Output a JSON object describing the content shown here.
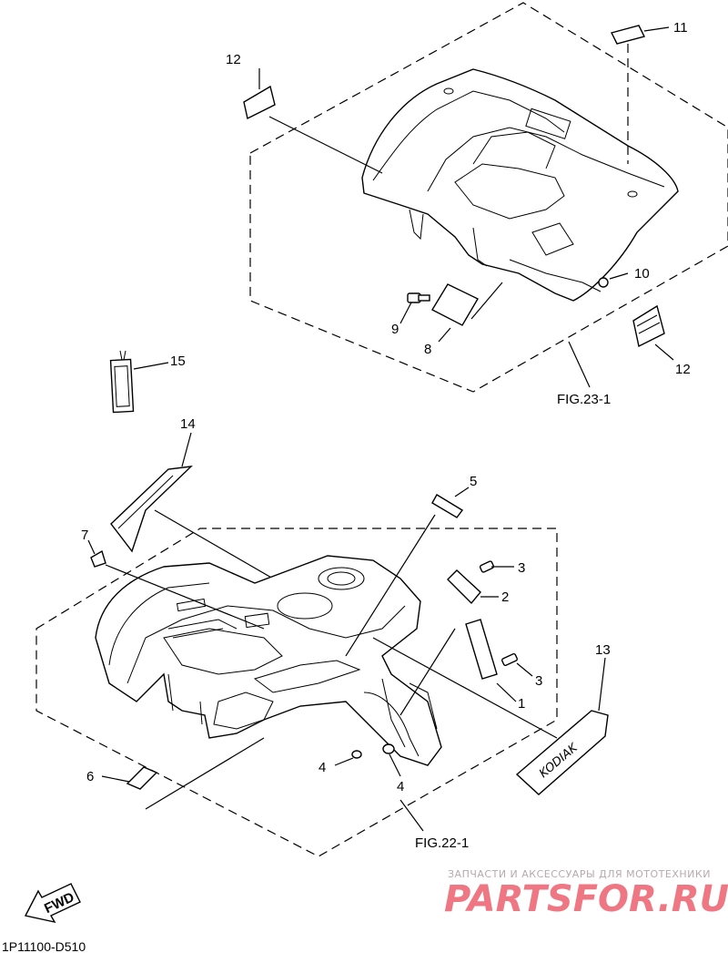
{
  "callouts": {
    "p1": "1",
    "p2": "2",
    "p3a": "3",
    "p3b": "3",
    "p4a": "4",
    "p4b": "4",
    "p5": "5",
    "p6": "6",
    "p7": "7",
    "p8": "8",
    "p9": "9",
    "p10": "10",
    "p11": "11",
    "p12a": "12",
    "p12b": "12",
    "p13": "13",
    "p14": "14",
    "p15": "15"
  },
  "figure_refs": {
    "rear": "FIG.23-1",
    "front": "FIG.22-1"
  },
  "arrow_label": "FWD",
  "drawing_code": "1P11100-D510",
  "decal_text": "KODIAK",
  "watermark": {
    "tagline": "ЗАПЧАСТИ И АКСЕССУАРЫ ДЛЯ МОТОТЕХНИКИ",
    "logo": "PARTSFOR.RU"
  }
}
